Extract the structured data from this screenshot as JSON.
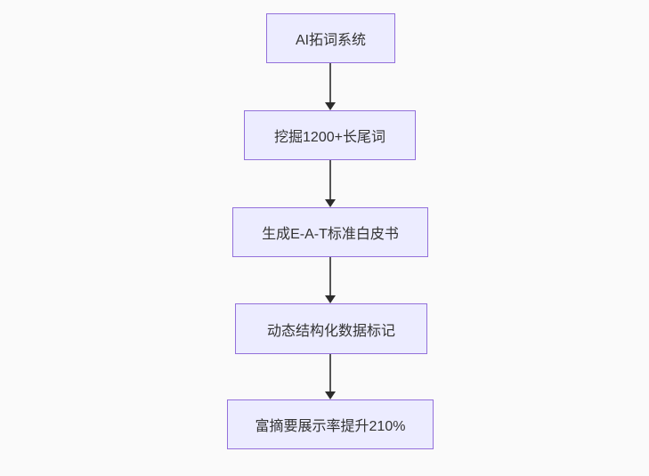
{
  "diagram": {
    "type": "flowchart",
    "direction": "top-down",
    "nodes": [
      {
        "id": "step-1",
        "label": "AI拓词系统"
      },
      {
        "id": "step-2",
        "label": "挖掘1200+长尾词"
      },
      {
        "id": "step-3",
        "label": "生成E-A-T标准白皮书"
      },
      {
        "id": "step-4",
        "label": "动态结构化数据标记"
      },
      {
        "id": "step-5",
        "label": "富摘要展示率提升210%"
      }
    ],
    "edges": [
      {
        "from": "step-1",
        "to": "step-2"
      },
      {
        "from": "step-2",
        "to": "step-3"
      },
      {
        "from": "step-3",
        "to": "step-4"
      },
      {
        "from": "step-4",
        "to": "step-5"
      }
    ],
    "colors": {
      "background": "#fafafa",
      "node_fill": "#ececff",
      "node_border": "#9370db",
      "node_text": "#333333",
      "arrow_line": "#555555",
      "arrow_head": "#2b2b2b"
    }
  }
}
